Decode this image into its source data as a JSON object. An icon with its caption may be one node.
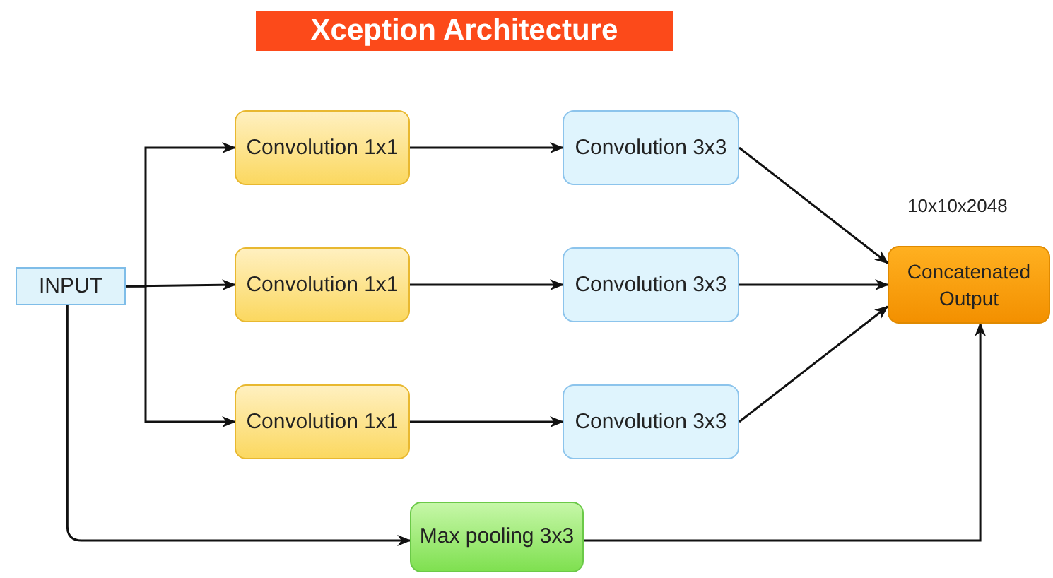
{
  "diagram": {
    "title": "Xception Architecture",
    "nodes": [
      {
        "text": [
          "INPUT"
        ]
      },
      {
        "text": [
          "Convolution 1x1"
        ]
      },
      {
        "text": [
          "Convolution 1x1"
        ]
      },
      {
        "text": [
          "Convolution 1x1"
        ]
      },
      {
        "text": [
          "Convolution 3x3"
        ]
      },
      {
        "text": [
          "Convolution 3x3"
        ]
      },
      {
        "text": [
          "Convolution 3x3"
        ]
      },
      {
        "text": [
          "Concatenated Output"
        ],
        "beside": [
          "10x10x2048"
        ]
      },
      {
        "text": [
          "Max pooling 3x3"
        ]
      }
    ],
    "edges": [
      {
        "from": 0,
        "to": 1,
        "arrow": "to"
      },
      {
        "from": 0,
        "to": 2,
        "arrow": "to"
      },
      {
        "from": 0,
        "to": 3,
        "arrow": "to"
      },
      {
        "from": 1,
        "to": 4,
        "arrow": "to"
      },
      {
        "from": 2,
        "to": 5,
        "arrow": "to"
      },
      {
        "from": 3,
        "to": 6,
        "arrow": "to"
      },
      {
        "from": 4,
        "to": 7,
        "arrow": "to"
      },
      {
        "from": 5,
        "to": 7,
        "arrow": "to"
      },
      {
        "from": 6,
        "to": 7,
        "arrow": "to"
      },
      {
        "from": 0,
        "to": 8,
        "arrow": "to"
      },
      {
        "from": 8,
        "to": 7,
        "arrow": "to"
      }
    ]
  }
}
